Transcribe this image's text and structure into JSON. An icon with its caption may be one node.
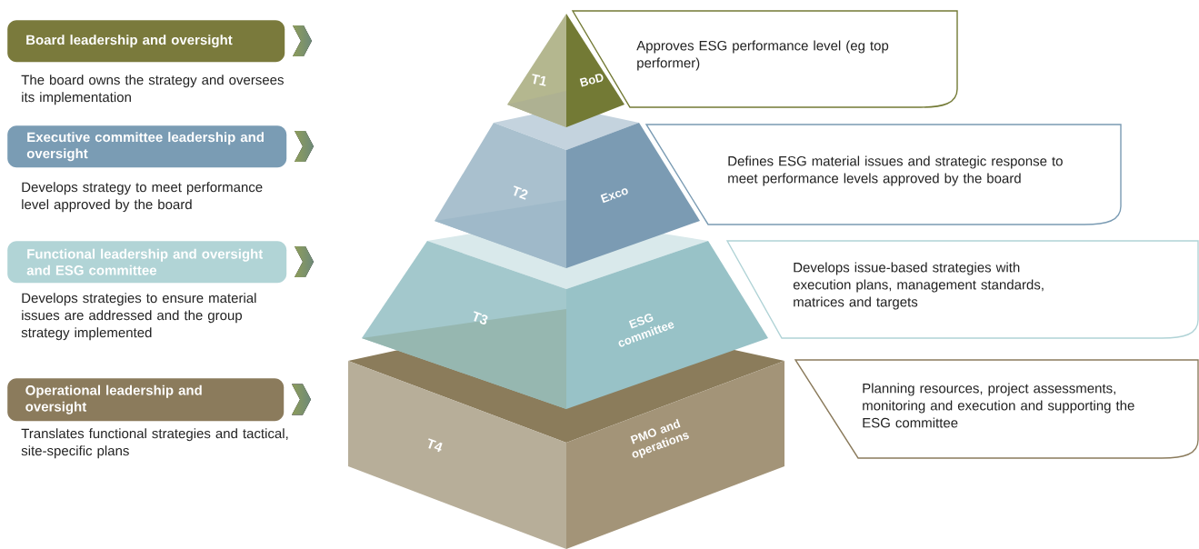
{
  "diagram": {
    "nodes": [
      {
        "text": [
          "Board leadership and oversight"
        ],
        "beside": [
          "The board owns the strategy and oversees its implementation"
        ]
      },
      {
        "text": [
          "Executive committee leadership and oversight"
        ],
        "beside": [
          "Develops strategy to meet performance level approved by the board"
        ]
      },
      {
        "text": [
          "Functional leadership and oversight and ESG committee"
        ],
        "beside": [
          "Develops strategies to ensure material issues are addressed and the group strategy implemented"
        ]
      },
      {
        "text": [
          "Operational leadership and oversight"
        ],
        "beside": [
          "Translates functional strategies and tactical, site-specific plans"
        ]
      },
      {
        "text": [
          "T1",
          "BoD"
        ]
      },
      {
        "text": [
          "T2",
          "Exco"
        ]
      },
      {
        "text": [
          "T3",
          "ESG committee"
        ]
      },
      {
        "text": [
          "T4",
          "PMO and operations"
        ]
      },
      {
        "text": [
          "Approves ESG performance level (eg top performer)"
        ]
      },
      {
        "text": [
          "Defines ESG material issues and strategic response to meet performance levels approved by the board"
        ]
      },
      {
        "text": [
          "Develops issue-based strategies with execution plans, management standards, matrices and targets"
        ]
      },
      {
        "text": [
          "Planning resources, project assessments, monitoring and execution and supporting the ESG committee"
        ]
      }
    ]
  }
}
